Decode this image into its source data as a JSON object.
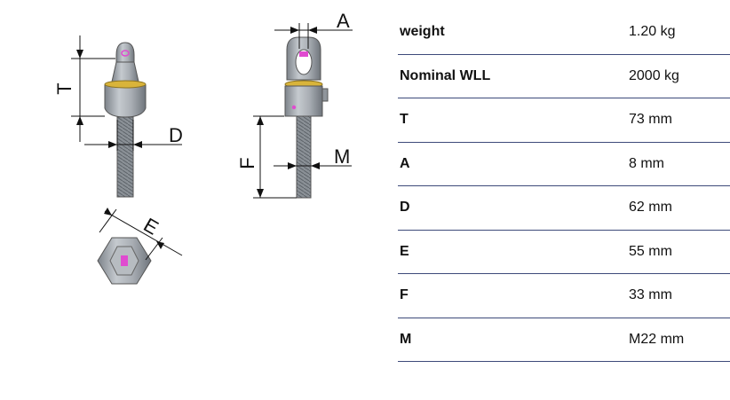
{
  "dimension_letters": {
    "T": "T",
    "D": "D",
    "A": "A",
    "F": "F",
    "M": "M",
    "E": "E"
  },
  "specs": [
    {
      "label": "weight",
      "value": "1.20 kg"
    },
    {
      "label": "Nominal WLL",
      "value": "2000 kg"
    },
    {
      "label": "T",
      "value": "73 mm"
    },
    {
      "label": "A",
      "value": "8 mm"
    },
    {
      "label": "D",
      "value": "62 mm"
    },
    {
      "label": "E",
      "value": "55 mm"
    },
    {
      "label": "F",
      "value": "33 mm"
    },
    {
      "label": "M",
      "value": "M22 mm"
    }
  ],
  "colors": {
    "metal": "#9aa0a6",
    "collar_ring": "#d9b43a",
    "accent_pink": "#e04bd0",
    "table_rule": "#3d4a7a"
  }
}
